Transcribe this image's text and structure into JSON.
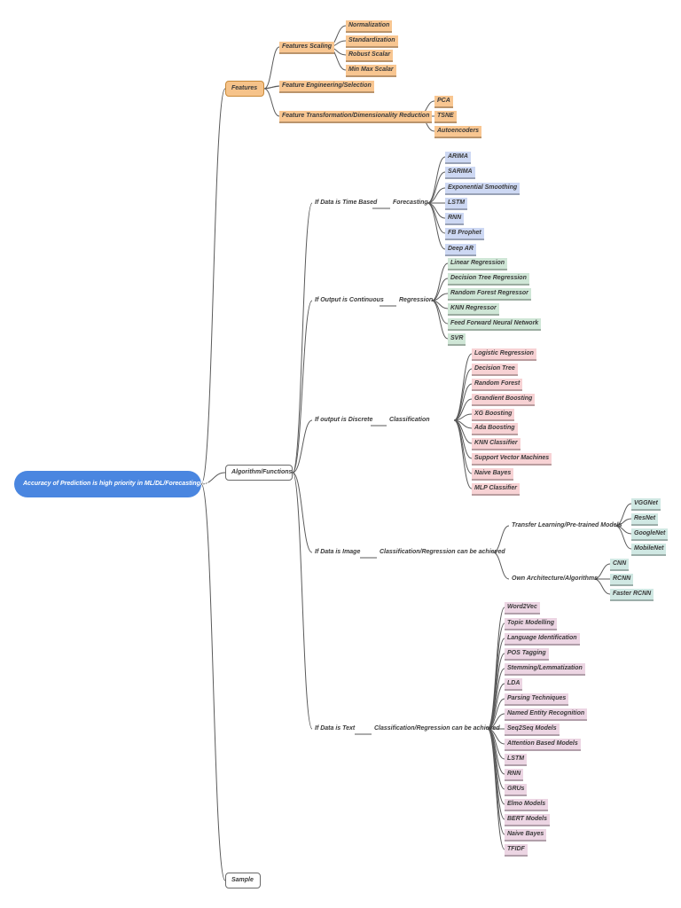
{
  "root": {
    "label": "Accuracy of Prediction is high priority in ML/DL/Forecasting/RL",
    "color": "#4a86e0"
  },
  "features": {
    "label": "Features",
    "scaling": {
      "label": "Features Scaling",
      "items": [
        "Normalization",
        "Standardization",
        "Robust Scalar",
        "Min Max Scalar"
      ]
    },
    "engineering": {
      "label": "Feature Engineering/Selection"
    },
    "transformation": {
      "label": "Feature Transformation/Dimensionality Reduction",
      "items": [
        "PCA",
        "TSNE",
        "Autoencoders"
      ]
    }
  },
  "algorithms": {
    "label": "Algorithm/Functions",
    "time_based": {
      "label": "If Data is Time Based",
      "task": "Forecasting",
      "items": [
        "ARIMA",
        "SARIMA",
        "Exponential Smoothing",
        "LSTM",
        "RNN",
        "FB Prophet",
        "Deep AR"
      ]
    },
    "continuous": {
      "label": "If Output is Continuous",
      "task": "Regression",
      "items": [
        "Linear Regression",
        "Decision Tree Regression",
        "Random Forest Regressor",
        "KNN Regressor",
        "Feed Forward Neural Network",
        "SVR"
      ]
    },
    "discrete": {
      "label": "If output is Discrete",
      "task": "Classification",
      "items": [
        "Logistic  Regression",
        "Decision Tree",
        "Random Forest",
        "Grandient Boosting",
        "XG Boosting",
        "Ada Boosting",
        "KNN Classifier",
        "Support Vector Machines",
        "Naive Bayes",
        "MLP Classifier"
      ]
    },
    "image": {
      "label": "If Data is Image",
      "task": "Classification/Regression can be achieved",
      "transfer": {
        "label": "Transfer Learning/Pre-trained Models",
        "items": [
          "VGGNet",
          "ResNet",
          "GoogleNet",
          "MobileNet"
        ]
      },
      "own": {
        "label": "Own Architecture/Algorithms",
        "items": [
          "CNN",
          "RCNN",
          "Faster RCNN"
        ]
      }
    },
    "text": {
      "label": "If Data is Text",
      "task": "Classification/Regression can be achieved",
      "items": [
        "Word2Vec",
        "Topic Modelling",
        "Language Identification",
        "POS Tagging",
        "Stemming/Lemmatization",
        "LDA",
        "Parsing Techniques",
        "Named Entity Recognition",
        "Seq2Seq Models",
        "Attention Based Models",
        "LSTM",
        "RNN",
        "GRUs",
        "Elmo Models",
        "BERT Models",
        "Naive Bayes",
        "TFIDF"
      ]
    }
  },
  "sample": {
    "label": "Sample"
  },
  "colors": {
    "orange": "#f8c691",
    "blue": "#cdd8f3",
    "green": "#cfe6d6",
    "pink": "#f7d2d4",
    "teal": "#d0e8e3",
    "purple": "#ecd5e3"
  }
}
